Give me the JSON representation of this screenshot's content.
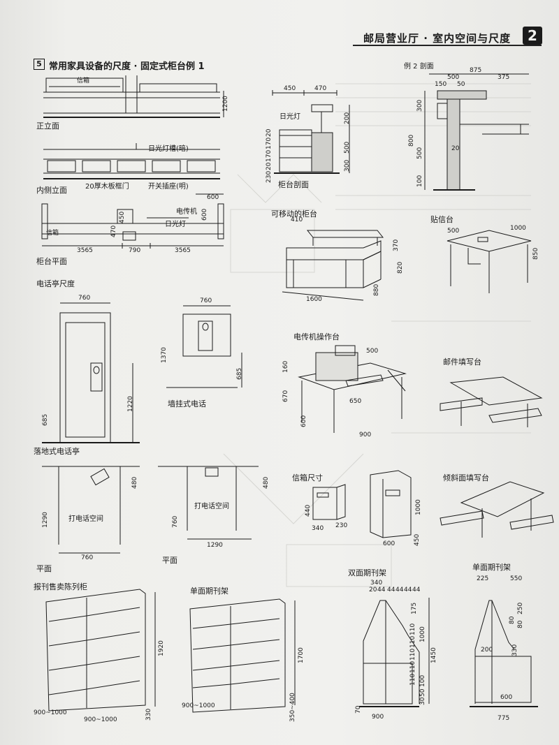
{
  "header": {
    "title": "邮局营业厅 · 室内空间与尺度",
    "page_badge": "2"
  },
  "section": {
    "number": "5",
    "title": "常用家具设备的尺度 · 固定式柜台例 1"
  },
  "counter": {
    "front_elev": "正立面",
    "front_note": "信箱",
    "front_h": "1200",
    "inner_elev": "内侧立面",
    "inner_light": "日光灯槽(暗)",
    "inner_board": "20厚木板框门",
    "inner_switch": "开关插座(明)",
    "plan": "柜台平面",
    "plan_telegraph": "电传机",
    "plan_light": "日光灯",
    "plan_mail": "信箱",
    "plan_w1": "3565",
    "plan_w2": "790",
    "plan_w3": "3565",
    "plan_top": "600",
    "plan_h1": "600",
    "plan_h2": "470",
    "plan_h3": "450",
    "section": "柜台剖面",
    "sec_lamp": "日光灯",
    "sec_w1": "450",
    "sec_w2": "470",
    "sec_d1": "20",
    "sec_d2": "170",
    "sec_d3": "170",
    "sec_d4": "20",
    "sec_d5": "230",
    "sec_h1": "200",
    "sec_h2": "500",
    "sec_h3": "300"
  },
  "example2": {
    "title": "例 2 剖面",
    "w_total": "875",
    "w1": "500",
    "w2": "375",
    "w3": "150",
    "w4": "50",
    "h1": "300",
    "h2": "800",
    "h3": "500",
    "h4": "100",
    "h5": "20"
  },
  "movable": {
    "title": "可移动的柜台",
    "d410": "410",
    "h370": "370",
    "h820": "820",
    "w1600": "1600",
    "d880": "880"
  },
  "stamp_table": {
    "title": "贴信台",
    "w500": "500",
    "w1000": "1000",
    "h850": "850"
  },
  "booth": {
    "title": "电话亭尺度",
    "w760": "760",
    "h1220": "1220",
    "h685": "685",
    "label": "落地式电话亭"
  },
  "wall_phone": {
    "w760": "760",
    "h1370": "1370",
    "h685": "685",
    "label": "墙挂式电话"
  },
  "telex": {
    "title": "电传机操作台",
    "w500": "500",
    "h160": "160",
    "h670": "670",
    "w650": "650",
    "d600": "600",
    "w900": "900"
  },
  "mail_desk": {
    "title": "邮件填写台"
  },
  "plan_left": {
    "area": "打电话空间",
    "h1290": "1290",
    "h480": "480",
    "w760": "760",
    "label": "平面"
  },
  "plan_right": {
    "area": "打电话空间",
    "h760": "760",
    "h480": "480",
    "w1290": "1290",
    "label": "平面"
  },
  "mailbox": {
    "title": "信箱尺寸",
    "h440": "440",
    "w340": "340",
    "w230": "230",
    "h1000": "1000",
    "w600": "600",
    "d450": "450"
  },
  "slanted_desk": {
    "title": "倾斜面填写台"
  },
  "newsstand": {
    "title": "报刊售卖陈列柜",
    "h1920": "1920",
    "w1": "900~1000",
    "w2": "900~1000",
    "d330": "330"
  },
  "single_rack": {
    "title": "单面期刊架",
    "h1700": "1700",
    "w1": "900~1000",
    "d350": "350~400"
  },
  "double_rack": {
    "title": "双面期刊架",
    "w340": "340",
    "top_dims": [
      "20",
      "44",
      "44",
      "44",
      "44",
      "44"
    ],
    "h175": "175",
    "h1450": "1450",
    "h1000": "1000",
    "steps": [
      "110",
      "110",
      "110",
      "110",
      "110"
    ],
    "h100": "100",
    "h50": "50",
    "h30": "30",
    "h70": "70",
    "w900": "900"
  },
  "single_rack2": {
    "title": "单面期刊架",
    "w225": "225",
    "w550": "550",
    "h250": "250",
    "h80a": "80",
    "h80b": "80",
    "h330": "330",
    "w200": "200",
    "w600": "600",
    "w775": "775"
  }
}
